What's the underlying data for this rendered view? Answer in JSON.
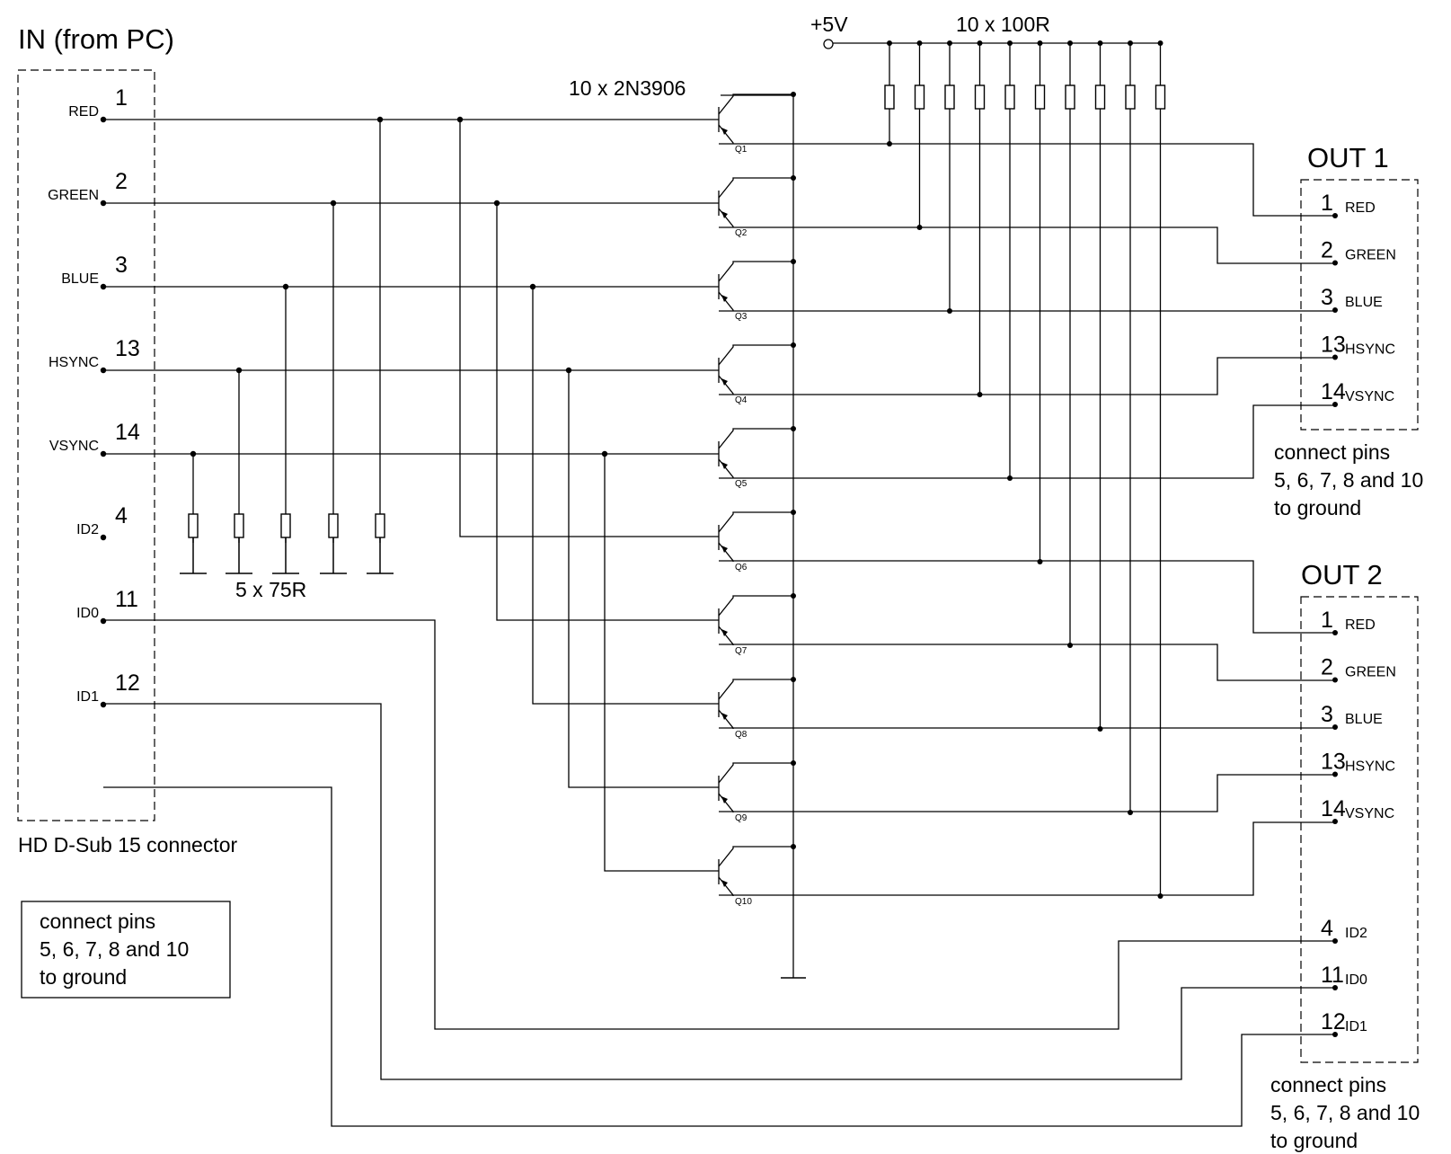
{
  "input_connector": {
    "title": "IN  (from PC)",
    "caption": "HD D-Sub 15 connector",
    "pins": [
      {
        "pin": "1",
        "signal": "RED"
      },
      {
        "pin": "2",
        "signal": "GREEN"
      },
      {
        "pin": "3",
        "signal": "BLUE"
      },
      {
        "pin": "13",
        "signal": "HSYNC"
      },
      {
        "pin": "14",
        "signal": "VSYNC"
      },
      {
        "pin": "4",
        "signal": "ID2"
      },
      {
        "pin": "11",
        "signal": "ID0"
      },
      {
        "pin": "12",
        "signal": "ID1"
      }
    ]
  },
  "input_note": [
    "connect pins",
    "5, 6, 7, 8 and 10",
    "to ground"
  ],
  "termination_resistors": {
    "label": "5 x 75R"
  },
  "transistors": {
    "label": "10 x 2N3906",
    "names": [
      "Q1",
      "Q2",
      "Q3",
      "Q4",
      "Q5",
      "Q6",
      "Q7",
      "Q8",
      "Q9",
      "Q10"
    ]
  },
  "supply": {
    "label": "+5V"
  },
  "pullup_resistors": {
    "label": "10 x 100R"
  },
  "outputs": [
    {
      "title": "OUT 1",
      "pins": [
        {
          "pin": "1",
          "signal": "RED"
        },
        {
          "pin": "2",
          "signal": "GREEN"
        },
        {
          "pin": "3",
          "signal": "BLUE"
        },
        {
          "pin": "13",
          "signal": "HSYNC"
        },
        {
          "pin": "14",
          "signal": "VSYNC"
        }
      ],
      "note": [
        "connect pins",
        "5, 6, 7, 8 and 10",
        "to ground"
      ]
    },
    {
      "title": "OUT 2",
      "pins": [
        {
          "pin": "1",
          "signal": "RED"
        },
        {
          "pin": "2",
          "signal": "GREEN"
        },
        {
          "pin": "3",
          "signal": "BLUE"
        },
        {
          "pin": "13",
          "signal": "HSYNC"
        },
        {
          "pin": "14",
          "signal": "VSYNC"
        },
        {
          "pin": "4",
          "signal": "ID2"
        },
        {
          "pin": "11",
          "signal": "ID0"
        },
        {
          "pin": "12",
          "signal": "ID1"
        }
      ],
      "note": [
        "connect pins",
        "5, 6, 7, 8 and 10",
        "to ground"
      ]
    }
  ]
}
